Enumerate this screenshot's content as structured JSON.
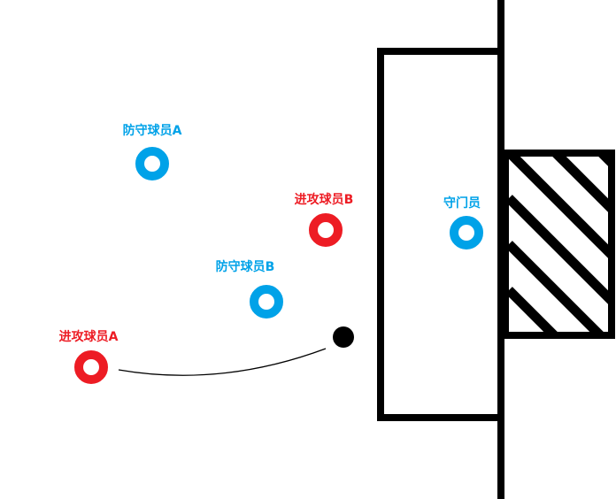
{
  "colors": {
    "attacker": "#ed1c24",
    "defender": "#00a2e8",
    "line": "#000000",
    "background": "#ffffff"
  },
  "players": {
    "defender_a": {
      "label": "防守球员A",
      "role": "defender"
    },
    "defender_b": {
      "label": "防守球员B",
      "role": "defender"
    },
    "attacker_a": {
      "label": "进攻球员A",
      "role": "attacker"
    },
    "attacker_b": {
      "label": "进攻球员B",
      "role": "attacker"
    },
    "goalkeeper": {
      "label": "守门员",
      "role": "defender"
    }
  },
  "ball": {
    "icon": "ball-icon"
  },
  "goal": {
    "icon": "goal-net-hatch"
  }
}
